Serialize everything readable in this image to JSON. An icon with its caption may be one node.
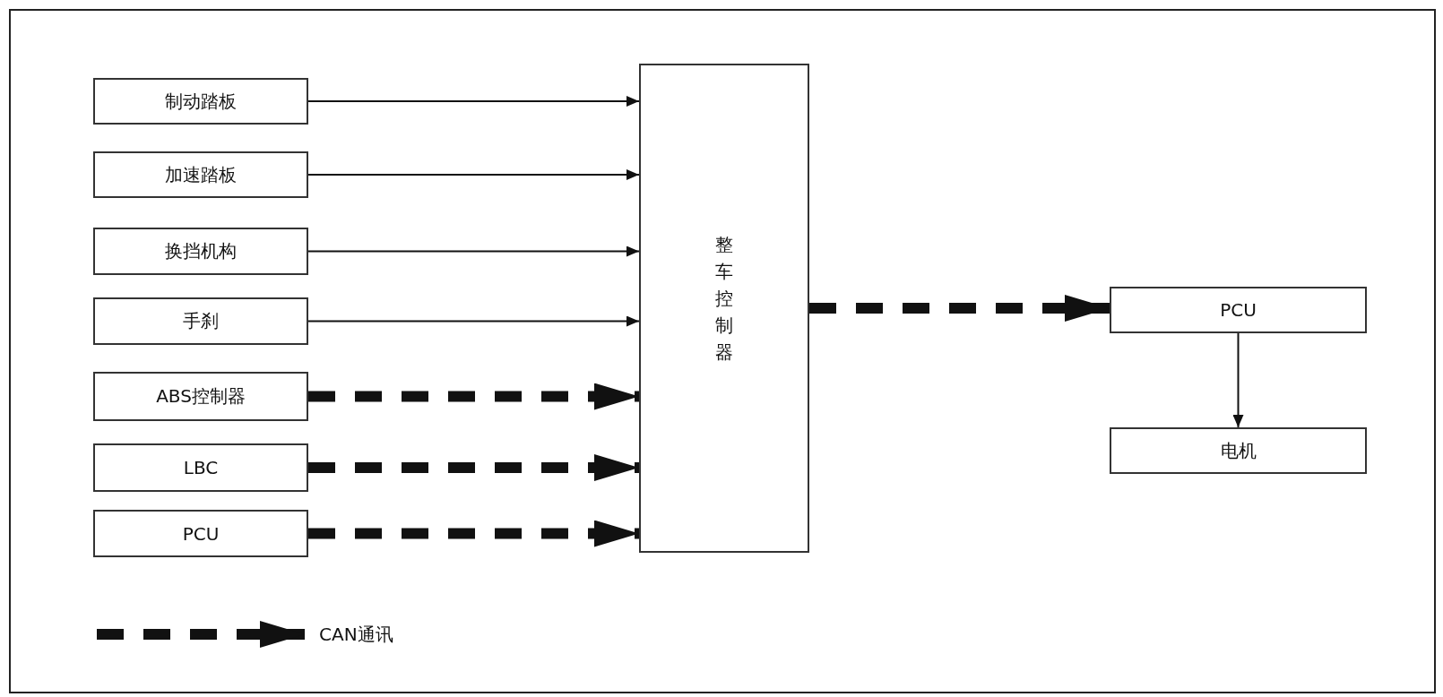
{
  "diagram": {
    "nodes": [
      {
        "text": [
          "制动踏板"
        ]
      },
      {
        "text": [
          "加速踏板"
        ]
      },
      {
        "text": [
          "换挡机构"
        ]
      },
      {
        "text": [
          "手刹"
        ]
      },
      {
        "text": [
          "ABS控制器"
        ]
      },
      {
        "text": [
          "LBC"
        ]
      },
      {
        "text": [
          "PCU"
        ]
      },
      {
        "text": [
          "整车控制器"
        ]
      },
      {
        "text": [
          "PCU"
        ]
      },
      {
        "text": [
          "电机"
        ]
      }
    ],
    "edges": [
      {
        "from": 0,
        "to": 7,
        "arrow": "to"
      },
      {
        "from": 1,
        "to": 7,
        "arrow": "to"
      },
      {
        "from": 2,
        "to": 7,
        "arrow": "to"
      },
      {
        "from": 3,
        "to": 7,
        "arrow": "to"
      },
      {
        "from": 4,
        "to": 7,
        "arrow": "to",
        "style": "dashed"
      },
      {
        "from": 5,
        "to": 7,
        "arrow": "to",
        "style": "dashed"
      },
      {
        "from": 6,
        "to": 7,
        "arrow": "to",
        "style": "dashed"
      },
      {
        "from": 7,
        "to": 8,
        "arrow": "to",
        "style": "dashed"
      },
      {
        "from": 8,
        "to": 9,
        "arrow": "to"
      }
    ],
    "legend": [
      {
        "text": "CAN通讯"
      }
    ]
  }
}
